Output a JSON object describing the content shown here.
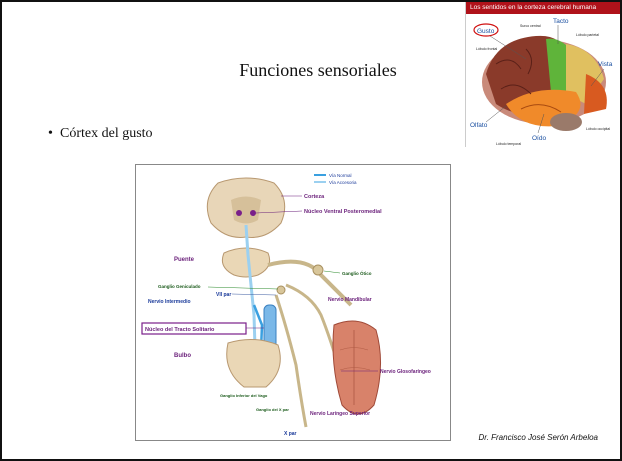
{
  "slide": {
    "title": "Funciones sensoriales",
    "bullet": "Córtex del gusto",
    "bullet_symbol": "•",
    "footer": "Dr. Francisco José Serón Arbeloa"
  },
  "brain_inset": {
    "heading": "Los sentidos en la corteza cerebral humana",
    "labels": {
      "gusto": "Gusto",
      "tacto": "Tacto",
      "vista": "Vista",
      "olfato": "Olfato",
      "oido": "Oído",
      "surco_central": "Surco central",
      "lobulo_frontal": "Lóbulo frontal",
      "lobulo_parietal": "Lóbulo parietal",
      "lobulo_temporal": "Lóbulo temporal",
      "lobulo_occipital": "Lóbulo occipital"
    }
  },
  "taste_diagram": {
    "legend": {
      "via_normal": "Vía Normal",
      "via_accesoria": "Vía Accesoria"
    },
    "labels": {
      "corteza": "Corteza",
      "nucleo_ventral": "Núcleo Ventral Posteromedial",
      "puente": "Puente",
      "ganglio_geniculado": "Ganglio Geniculado",
      "ganglio_otico": "Ganglio Ótico",
      "vii_par": "VII par",
      "nervio_intermedio": "Nervio Intermedio",
      "nervio_mandibular": "Nervio Mandibular",
      "nucleo_tracto_solitario": "Núcleo del Tracto Solitario",
      "bulbo": "Bulbo",
      "nervio_glosofaringeo": "Nervio Glosofaríngeo",
      "ganglio_inferior_vago": "Ganglio Inferior del Vago",
      "ganglio_ix": "Ganglio del X par",
      "nervio_laringeo": "Nervio Laríngeo Superior",
      "x_par": "X par"
    }
  },
  "colors": {
    "title_bar": "#b0121a",
    "via_normal": "#3aa0e0",
    "via_accesoria": "#9bd0f0",
    "highlight_box": "#7a1f8a"
  }
}
